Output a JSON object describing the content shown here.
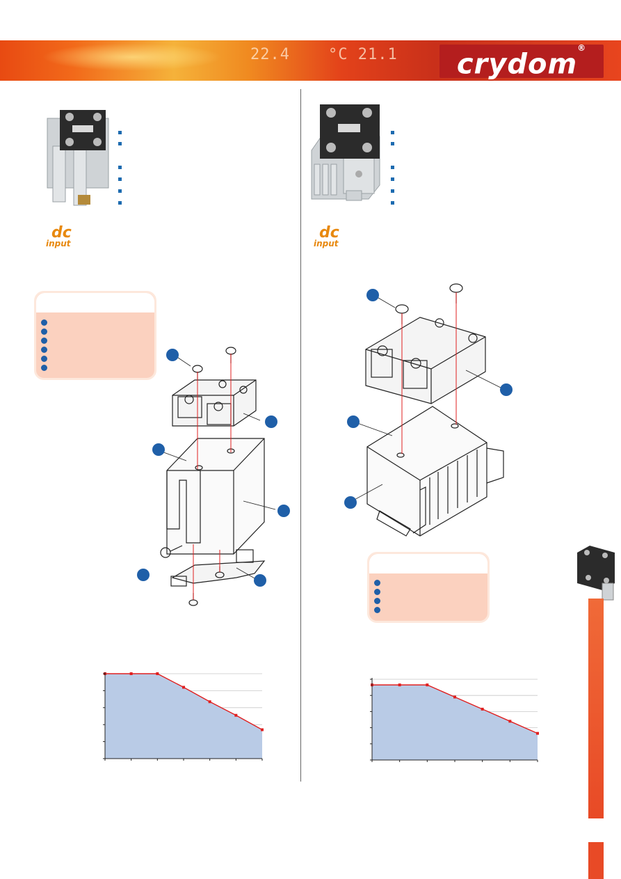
{
  "header": {
    "readout_left": "22.4",
    "readout_right": "°C 21.1",
    "logo_text": "crydom",
    "logo_mark": "®",
    "colors": {
      "banner": "#e84a12",
      "logo_bg": "#b41e1e",
      "accent_blue": "#1f5fa8",
      "panel_bg": "#fbd1bf",
      "sidebar": "#e84a26"
    }
  },
  "left_column": {
    "dc_badge": {
      "top": "dc",
      "bottom": "input"
    },
    "bullet_count": 6,
    "panel_dot_count": 6
  },
  "right_column": {
    "dc_badge": {
      "top": "dc",
      "bottom": "input"
    },
    "bullet_count": 6,
    "panel_dot_count": 4
  },
  "chart_data": [
    {
      "type": "area",
      "title": "",
      "xlabel": "",
      "ylabel": "",
      "x": [
        0,
        1,
        2,
        3,
        4,
        5,
        6
      ],
      "y": [
        100,
        100,
        100,
        84,
        67,
        51,
        34
      ],
      "xlim": [
        0,
        6
      ],
      "ylim": [
        0,
        100
      ],
      "grid": true,
      "line_color": "#e02020",
      "fill_color": "#b9cbe6"
    },
    {
      "type": "area",
      "title": "",
      "xlabel": "",
      "ylabel": "",
      "x": [
        0,
        1,
        2,
        3,
        4,
        5,
        6
      ],
      "y": [
        93,
        93,
        93,
        78,
        63,
        48,
        33
      ],
      "xlim": [
        0,
        6
      ],
      "ylim": [
        0,
        100
      ],
      "grid": true,
      "line_color": "#e02020",
      "fill_color": "#b9cbe6"
    }
  ]
}
